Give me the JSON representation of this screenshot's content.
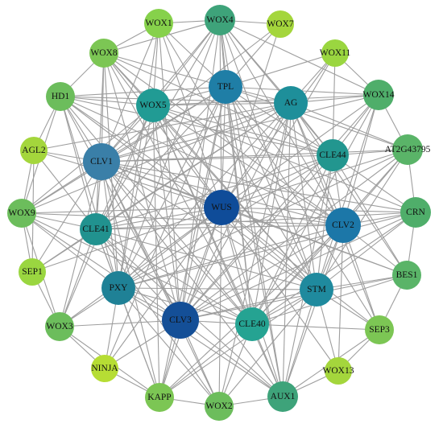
{
  "network": {
    "nodes": [
      {
        "id": "WUS",
        "color": "#0f4c99"
      },
      {
        "id": "TPL",
        "color": "#1f7ea6"
      },
      {
        "id": "AG",
        "color": "#1e8f9a"
      },
      {
        "id": "WOX5",
        "color": "#219b94"
      },
      {
        "id": "CLV1",
        "color": "#3a7fa8"
      },
      {
        "id": "CLE44",
        "color": "#22968f"
      },
      {
        "id": "CLV2",
        "color": "#1c77a8"
      },
      {
        "id": "CLE41",
        "color": "#21928f"
      },
      {
        "id": "PXY",
        "color": "#1f8196"
      },
      {
        "id": "STM",
        "color": "#1f8a9e"
      },
      {
        "id": "CLV3",
        "color": "#144f97"
      },
      {
        "id": "CLE40",
        "color": "#25a392"
      },
      {
        "id": "WOX1",
        "color": "#86d14b"
      },
      {
        "id": "WOX4",
        "color": "#3ea37a"
      },
      {
        "id": "WOX7",
        "color": "#a4d63c"
      },
      {
        "id": "WOX8",
        "color": "#7cc654"
      },
      {
        "id": "WOX11",
        "color": "#9ad640"
      },
      {
        "id": "HD1",
        "color": "#6cbd5c"
      },
      {
        "id": "WOX14",
        "color": "#4fae6a"
      },
      {
        "id": "AGL2",
        "color": "#a4d63c"
      },
      {
        "id": "AT2G43795",
        "color": "#5ab468"
      },
      {
        "id": "WOX9",
        "color": "#6cbd5c"
      },
      {
        "id": "CRN",
        "color": "#4fae6a"
      },
      {
        "id": "SEP1",
        "color": "#9ad640"
      },
      {
        "id": "BES1",
        "color": "#5ab468"
      },
      {
        "id": "WOX3",
        "color": "#6cbd5c"
      },
      {
        "id": "SEP3",
        "color": "#7cc654"
      },
      {
        "id": "NINJA",
        "color": "#b6dd34"
      },
      {
        "id": "WOX13",
        "color": "#a4d63c"
      },
      {
        "id": "KAPP",
        "color": "#7cc654"
      },
      {
        "id": "WOX2",
        "color": "#6cbd5c"
      },
      {
        "id": "AUX1",
        "color": "#3ea37a"
      }
    ],
    "edges": [
      [
        "WUS",
        "TPL"
      ],
      [
        "WUS",
        "AG"
      ],
      [
        "WUS",
        "WOX5"
      ],
      [
        "WUS",
        "CLV1"
      ],
      [
        "WUS",
        "CLE44"
      ],
      [
        "WUS",
        "CLV2"
      ],
      [
        "WUS",
        "CLE41"
      ],
      [
        "WUS",
        "PXY"
      ],
      [
        "WUS",
        "STM"
      ],
      [
        "WUS",
        "CLV3"
      ],
      [
        "WUS",
        "CLE40"
      ],
      [
        "WUS",
        "WOX1"
      ],
      [
        "WUS",
        "WOX4"
      ],
      [
        "WUS",
        "WOX7"
      ],
      [
        "WUS",
        "WOX8"
      ],
      [
        "WUS",
        "WOX11"
      ],
      [
        "WUS",
        "HD1"
      ],
      [
        "WUS",
        "WOX14"
      ],
      [
        "WUS",
        "AGL2"
      ],
      [
        "WUS",
        "AT2G43795"
      ],
      [
        "WUS",
        "WOX9"
      ],
      [
        "WUS",
        "CRN"
      ],
      [
        "WUS",
        "SEP1"
      ],
      [
        "WUS",
        "BES1"
      ],
      [
        "WUS",
        "WOX3"
      ],
      [
        "WUS",
        "SEP3"
      ],
      [
        "WUS",
        "NINJA"
      ],
      [
        "WUS",
        "WOX13"
      ],
      [
        "WUS",
        "KAPP"
      ],
      [
        "WUS",
        "WOX2"
      ],
      [
        "WUS",
        "AUX1"
      ],
      [
        "CLV3",
        "TPL"
      ],
      [
        "CLV3",
        "AG"
      ],
      [
        "CLV3",
        "WOX5"
      ],
      [
        "CLV3",
        "CLV1"
      ],
      [
        "CLV3",
        "CLE44"
      ],
      [
        "CLV3",
        "CLV2"
      ],
      [
        "CLV3",
        "CLE41"
      ],
      [
        "CLV3",
        "PXY"
      ],
      [
        "CLV3",
        "STM"
      ],
      [
        "CLV3",
        "CLE40"
      ],
      [
        "CLV3",
        "WOX1"
      ],
      [
        "CLV3",
        "WOX4"
      ],
      [
        "CLV3",
        "WOX8"
      ],
      [
        "CLV3",
        "HD1"
      ],
      [
        "CLV3",
        "WOX14"
      ],
      [
        "CLV3",
        "AT2G43795"
      ],
      [
        "CLV3",
        "WOX9"
      ],
      [
        "CLV3",
        "CRN"
      ],
      [
        "CLV3",
        "BES1"
      ],
      [
        "CLV3",
        "WOX3"
      ],
      [
        "CLV3",
        "NINJA"
      ],
      [
        "CLV3",
        "KAPP"
      ],
      [
        "CLV3",
        "WOX2"
      ],
      [
        "CLV3",
        "AUX1"
      ],
      [
        "CLV3",
        "WOX11"
      ],
      [
        "CLV1",
        "TPL"
      ],
      [
        "CLV1",
        "AG"
      ],
      [
        "CLV1",
        "WOX5"
      ],
      [
        "CLV1",
        "CLE44"
      ],
      [
        "CLV1",
        "CLV2"
      ],
      [
        "CLV1",
        "CLE41"
      ],
      [
        "CLV1",
        "PXY"
      ],
      [
        "CLV1",
        "STM"
      ],
      [
        "CLV1",
        "CLE40"
      ],
      [
        "CLV1",
        "WOX4"
      ],
      [
        "CLV1",
        "WOX8"
      ],
      [
        "CLV1",
        "HD1"
      ],
      [
        "CLV1",
        "WOX14"
      ],
      [
        "CLV1",
        "AGL2"
      ],
      [
        "CLV1",
        "AT2G43795"
      ],
      [
        "CLV1",
        "WOX9"
      ],
      [
        "CLV1",
        "CRN"
      ],
      [
        "CLV1",
        "SEP1"
      ],
      [
        "CLV1",
        "BES1"
      ],
      [
        "CLV1",
        "WOX3"
      ],
      [
        "CLV1",
        "KAPP"
      ],
      [
        "CLV1",
        "WOX2"
      ],
      [
        "CLV1",
        "AUX1"
      ],
      [
        "CLV1",
        "WOX1"
      ],
      [
        "CLV1",
        "WOX7"
      ],
      [
        "TPL",
        "AG"
      ],
      [
        "TPL",
        "WOX5"
      ],
      [
        "TPL",
        "CLE44"
      ],
      [
        "TPL",
        "CLV2"
      ],
      [
        "TPL",
        "CLE41"
      ],
      [
        "TPL",
        "PXY"
      ],
      [
        "TPL",
        "STM"
      ],
      [
        "TPL",
        "CLE40"
      ],
      [
        "TPL",
        "WOX1"
      ],
      [
        "TPL",
        "WOX4"
      ],
      [
        "TPL",
        "WOX7"
      ],
      [
        "TPL",
        "WOX8"
      ],
      [
        "TPL",
        "HD1"
      ],
      [
        "TPL",
        "WOX14"
      ],
      [
        "TPL",
        "AT2G43795"
      ],
      [
        "TPL",
        "WOX9"
      ],
      [
        "TPL",
        "SEP3"
      ],
      [
        "TPL",
        "NINJA"
      ],
      [
        "TPL",
        "KAPP"
      ],
      [
        "TPL",
        "AUX1"
      ],
      [
        "TPL",
        "WOX11"
      ],
      [
        "AG",
        "WOX5"
      ],
      [
        "AG",
        "CLE44"
      ],
      [
        "AG",
        "CLV2"
      ],
      [
        "AG",
        "CLE41"
      ],
      [
        "AG",
        "PXY"
      ],
      [
        "AG",
        "STM"
      ],
      [
        "AG",
        "CLE40"
      ],
      [
        "AG",
        "WOX4"
      ],
      [
        "AG",
        "WOX11"
      ],
      [
        "AG",
        "WOX14"
      ],
      [
        "AG",
        "AGL2"
      ],
      [
        "AG",
        "AT2G43795"
      ],
      [
        "AG",
        "SEP1"
      ],
      [
        "AG",
        "SEP3"
      ],
      [
        "AG",
        "BES1"
      ],
      [
        "AG",
        "WOX2"
      ],
      [
        "AG",
        "AUX1"
      ],
      [
        "AG",
        "HD1"
      ],
      [
        "AG",
        "WOX9"
      ],
      [
        "WOX5",
        "CLE44"
      ],
      [
        "WOX5",
        "CLV2"
      ],
      [
        "WOX5",
        "CLE41"
      ],
      [
        "WOX5",
        "PXY"
      ],
      [
        "WOX5",
        "STM"
      ],
      [
        "WOX5",
        "CLE40"
      ],
      [
        "WOX5",
        "WOX1"
      ],
      [
        "WOX5",
        "WOX4"
      ],
      [
        "WOX5",
        "WOX8"
      ],
      [
        "WOX5",
        "HD1"
      ],
      [
        "WOX5",
        "WOX9"
      ],
      [
        "WOX5",
        "CRN"
      ],
      [
        "WOX5",
        "WOX3"
      ],
      [
        "WOX5",
        "KAPP"
      ],
      [
        "WOX5",
        "AUX1"
      ],
      [
        "WOX5",
        "WOX14"
      ],
      [
        "CLE44",
        "CLV2"
      ],
      [
        "CLE44",
        "CLE41"
      ],
      [
        "CLE44",
        "PXY"
      ],
      [
        "CLE44",
        "STM"
      ],
      [
        "CLE44",
        "CLE40"
      ],
      [
        "CLE44",
        "WOX4"
      ],
      [
        "CLE44",
        "WOX14"
      ],
      [
        "CLE44",
        "AT2G43795"
      ],
      [
        "CLE44",
        "CRN"
      ],
      [
        "CLE44",
        "BES1"
      ],
      [
        "CLE44",
        "HD1"
      ],
      [
        "CLE44",
        "WOX8"
      ],
      [
        "CLE44",
        "AUX1"
      ],
      [
        "CLE44",
        "WOX11"
      ],
      [
        "CLV2",
        "CLE41"
      ],
      [
        "CLV2",
        "PXY"
      ],
      [
        "CLV2",
        "STM"
      ],
      [
        "CLV2",
        "CLE40"
      ],
      [
        "CLV2",
        "WOX4"
      ],
      [
        "CLV2",
        "WOX14"
      ],
      [
        "CLV2",
        "AT2G43795"
      ],
      [
        "CLV2",
        "CRN"
      ],
      [
        "CLV2",
        "BES1"
      ],
      [
        "CLV2",
        "SEP3"
      ],
      [
        "CLV2",
        "WOX13"
      ],
      [
        "CLV2",
        "AUX1"
      ],
      [
        "CLV2",
        "WOX9"
      ],
      [
        "CLV2",
        "HD1"
      ],
      [
        "CLV2",
        "WOX8"
      ],
      [
        "CLV2",
        "KAPP"
      ],
      [
        "CLE41",
        "PXY"
      ],
      [
        "CLE41",
        "STM"
      ],
      [
        "CLE41",
        "CLE40"
      ],
      [
        "CLE41",
        "WOX9"
      ],
      [
        "CLE41",
        "SEP1"
      ],
      [
        "CLE41",
        "WOX3"
      ],
      [
        "CLE41",
        "AGL2"
      ],
      [
        "CLE41",
        "HD1"
      ],
      [
        "CLE41",
        "WOX8"
      ],
      [
        "CLE41",
        "CRN"
      ],
      [
        "CLE41",
        "KAPP"
      ],
      [
        "CLE41",
        "WOX2"
      ],
      [
        "CLE41",
        "WOX4"
      ],
      [
        "CLE41",
        "AUX1"
      ],
      [
        "PXY",
        "STM"
      ],
      [
        "PXY",
        "CLE40"
      ],
      [
        "PXY",
        "WOX4"
      ],
      [
        "PXY",
        "WOX1"
      ],
      [
        "PXY",
        "WOX9"
      ],
      [
        "PXY",
        "WOX3"
      ],
      [
        "PXY",
        "NINJA"
      ],
      [
        "PXY",
        "KAPP"
      ],
      [
        "PXY",
        "WOX2"
      ],
      [
        "PXY",
        "AUX1"
      ],
      [
        "PXY",
        "HD1"
      ],
      [
        "PXY",
        "WOX8"
      ],
      [
        "PXY",
        "CRN"
      ],
      [
        "PXY",
        "AT2G43795"
      ],
      [
        "STM",
        "CLE40"
      ],
      [
        "STM",
        "WOX4"
      ],
      [
        "STM",
        "WOX14"
      ],
      [
        "STM",
        "AT2G43795"
      ],
      [
        "STM",
        "CRN"
      ],
      [
        "STM",
        "BES1"
      ],
      [
        "STM",
        "SEP3"
      ],
      [
        "STM",
        "WOX13"
      ],
      [
        "STM",
        "AUX1"
      ],
      [
        "STM",
        "WOX2"
      ],
      [
        "STM",
        "KAPP"
      ],
      [
        "STM",
        "WOX8"
      ],
      [
        "STM",
        "HD1"
      ],
      [
        "STM",
        "WOX1"
      ],
      [
        "CLE40",
        "WOX4"
      ],
      [
        "CLE40",
        "AUX1"
      ],
      [
        "CLE40",
        "WOX2"
      ],
      [
        "CLE40",
        "KAPP"
      ],
      [
        "CLE40",
        "CRN"
      ],
      [
        "CLE40",
        "BES1"
      ],
      [
        "CLE40",
        "WOX14"
      ],
      [
        "CLE40",
        "WOX9"
      ],
      [
        "CLE40",
        "WOX8"
      ],
      [
        "CLE40",
        "HD1"
      ],
      [
        "CLE40",
        "AT2G43795"
      ],
      [
        "CLE40",
        "SEP3"
      ],
      [
        "WOX8",
        "WOX4"
      ],
      [
        "WOX8",
        "WOX1"
      ],
      [
        "WOX8",
        "HD1"
      ],
      [
        "WOX9",
        "SEP1"
      ],
      [
        "WOX9",
        "WOX3"
      ],
      [
        "WOX9",
        "AGL2"
      ],
      [
        "WOX9",
        "HD1"
      ],
      [
        "AGL2",
        "SEP1"
      ],
      [
        "AGL2",
        "HD1"
      ],
      [
        "SEP1",
        "WOX3"
      ],
      [
        "WOX3",
        "NINJA"
      ],
      [
        "WOX3",
        "KAPP"
      ],
      [
        "NINJA",
        "KAPP"
      ],
      [
        "KAPP",
        "WOX2"
      ],
      [
        "WOX2",
        "AUX1"
      ],
      [
        "AUX1",
        "WOX13"
      ],
      [
        "AUX1",
        "SEP3"
      ],
      [
        "WOX13",
        "SEP3"
      ],
      [
        "SEP3",
        "BES1"
      ],
      [
        "BES1",
        "CRN"
      ],
      [
        "CRN",
        "AT2G43795"
      ],
      [
        "AT2G43795",
        "WOX14"
      ],
      [
        "WOX14",
        "WOX11"
      ],
      [
        "WOX4",
        "WOX1"
      ],
      [
        "WOX4",
        "WOX7"
      ],
      [
        "WOX4",
        "WOX14"
      ],
      [
        "WOX4",
        "AUX1"
      ]
    ]
  }
}
